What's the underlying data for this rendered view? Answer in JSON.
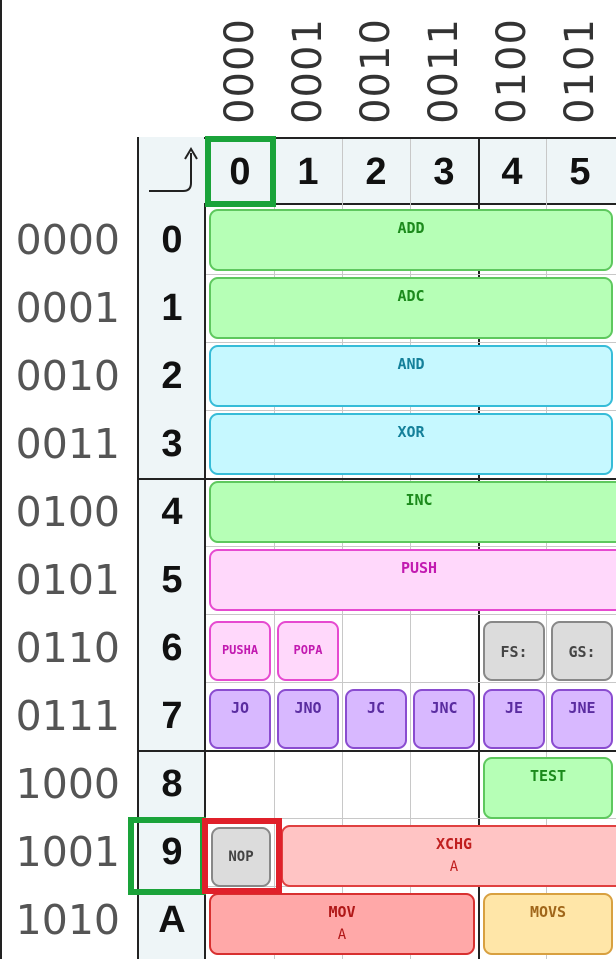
{
  "columns": {
    "binary": [
      "0000",
      "0001",
      "0010",
      "0011",
      "0100",
      "0101"
    ],
    "hex": [
      "0",
      "1",
      "2",
      "3",
      "4",
      "5"
    ]
  },
  "rows": {
    "binary": [
      "0000",
      "0001",
      "0010",
      "0011",
      "0100",
      "0101",
      "0110",
      "0111",
      "1000",
      "1001",
      "1010"
    ],
    "hex": [
      "0",
      "1",
      "2",
      "3",
      "4",
      "5",
      "6",
      "7",
      "8",
      "9",
      "A"
    ]
  },
  "opcodes": {
    "add": "ADD",
    "adc": "ADC",
    "and": "AND",
    "xor": "XOR",
    "inc": "INC",
    "push": "PUSH",
    "pusha": "PUSHA",
    "popa": "POPA",
    "fs": "FS:",
    "gs": "GS:",
    "jo": "JO",
    "jno": "JNO",
    "jc": "JC",
    "jnc": "JNC",
    "je": "JE",
    "jne": "JNE",
    "test": "TEST",
    "nop": "NOP",
    "xchg": "XCHG",
    "xchg_sub": "A",
    "mov": "MOV",
    "mov_sub": "A",
    "movs": "MOVS"
  },
  "colors": {
    "arithmetic": "#b6ffb6",
    "logic": "#c6f8ff",
    "stack": "#ffd8fb",
    "jump": "#d8b8ff",
    "prefix": "#dcdcdc",
    "exchange": "#ffc4c4",
    "move": "#ffa8a8",
    "string": "#ffe6a8",
    "highlight_green": "#1aa33a",
    "highlight_red": "#e0202a"
  }
}
